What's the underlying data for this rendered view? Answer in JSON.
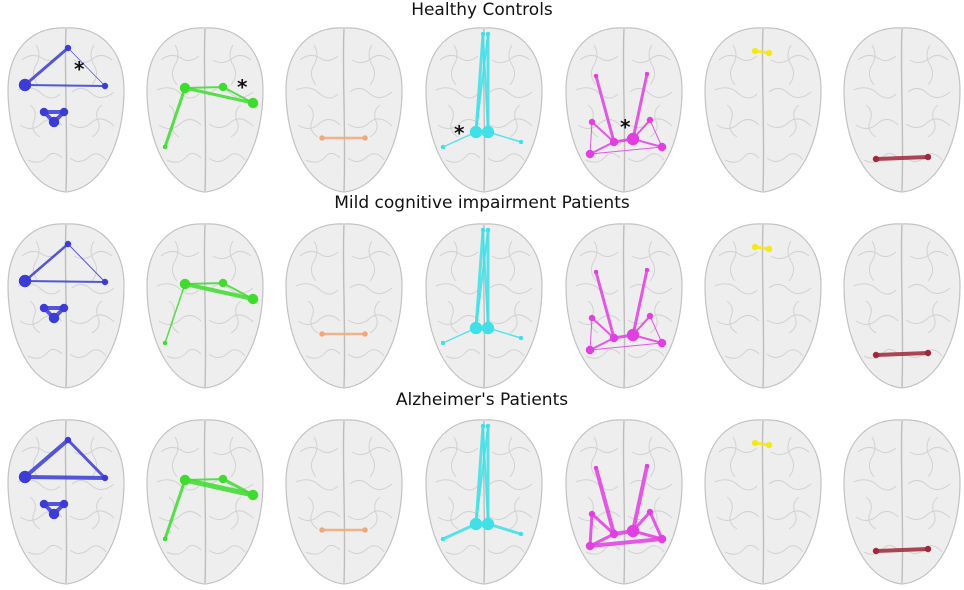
{
  "rows": [
    {
      "title": "Healthy Controls"
    },
    {
      "title": "Mild cognitive impairment Patients"
    },
    {
      "title": "Alzheimer's Patients"
    }
  ],
  "networks": [
    {
      "key": "blue",
      "color": "#3b3bd6"
    },
    {
      "key": "green",
      "color": "#3fdc2f"
    },
    {
      "key": "orange",
      "color": "#f0a878"
    },
    {
      "key": "cyan",
      "color": "#3fe0e8"
    },
    {
      "key": "magenta",
      "color": "#e23fe0"
    },
    {
      "key": "yellow",
      "color": "#f2e81e"
    },
    {
      "key": "darkred",
      "color": "#a0283a"
    }
  ],
  "annotation_symbol": "*"
}
